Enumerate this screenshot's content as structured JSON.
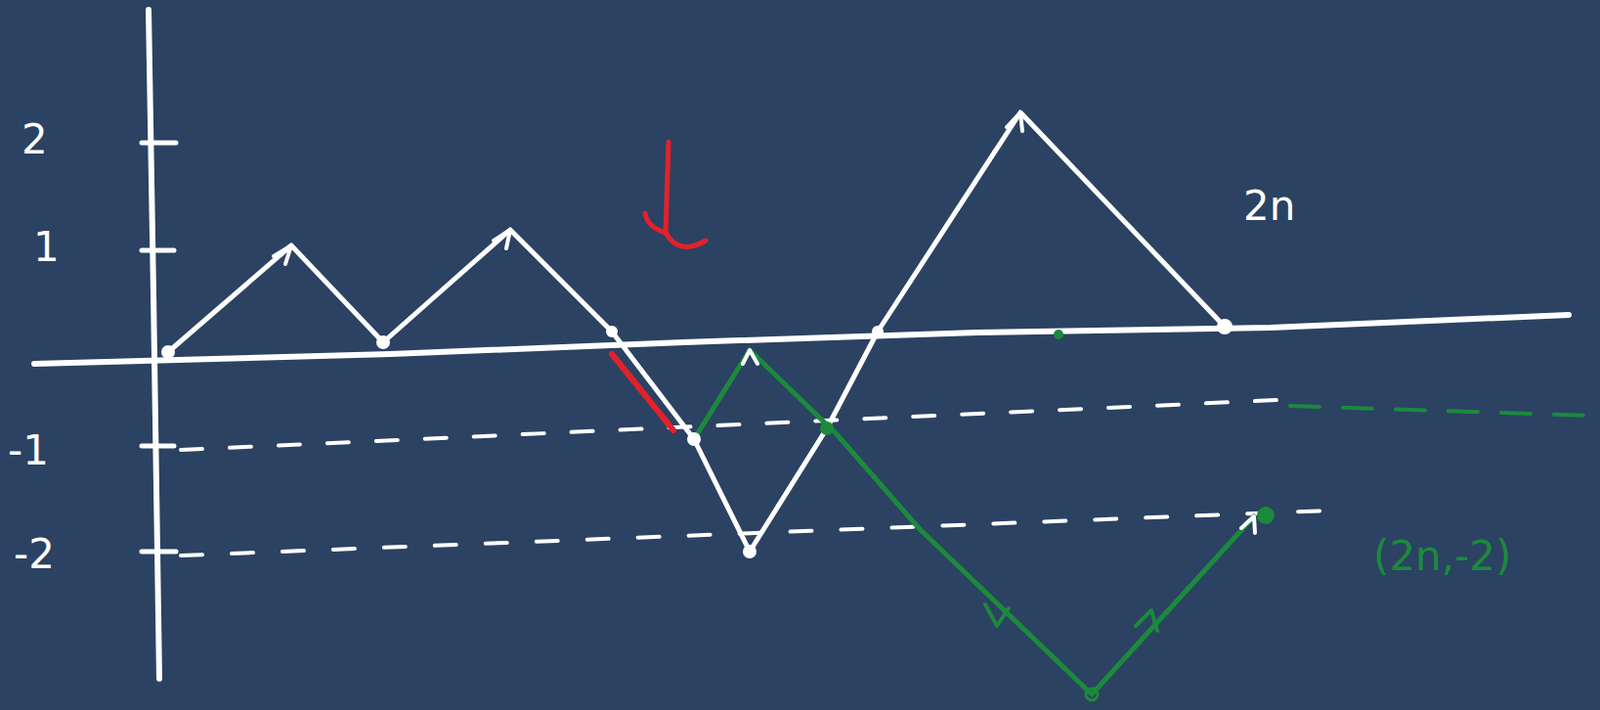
{
  "diagram": {
    "labels": [
      "2",
      "1",
      "-1",
      "-2",
      "2n",
      "(2n,-2)"
    ]
  }
}
